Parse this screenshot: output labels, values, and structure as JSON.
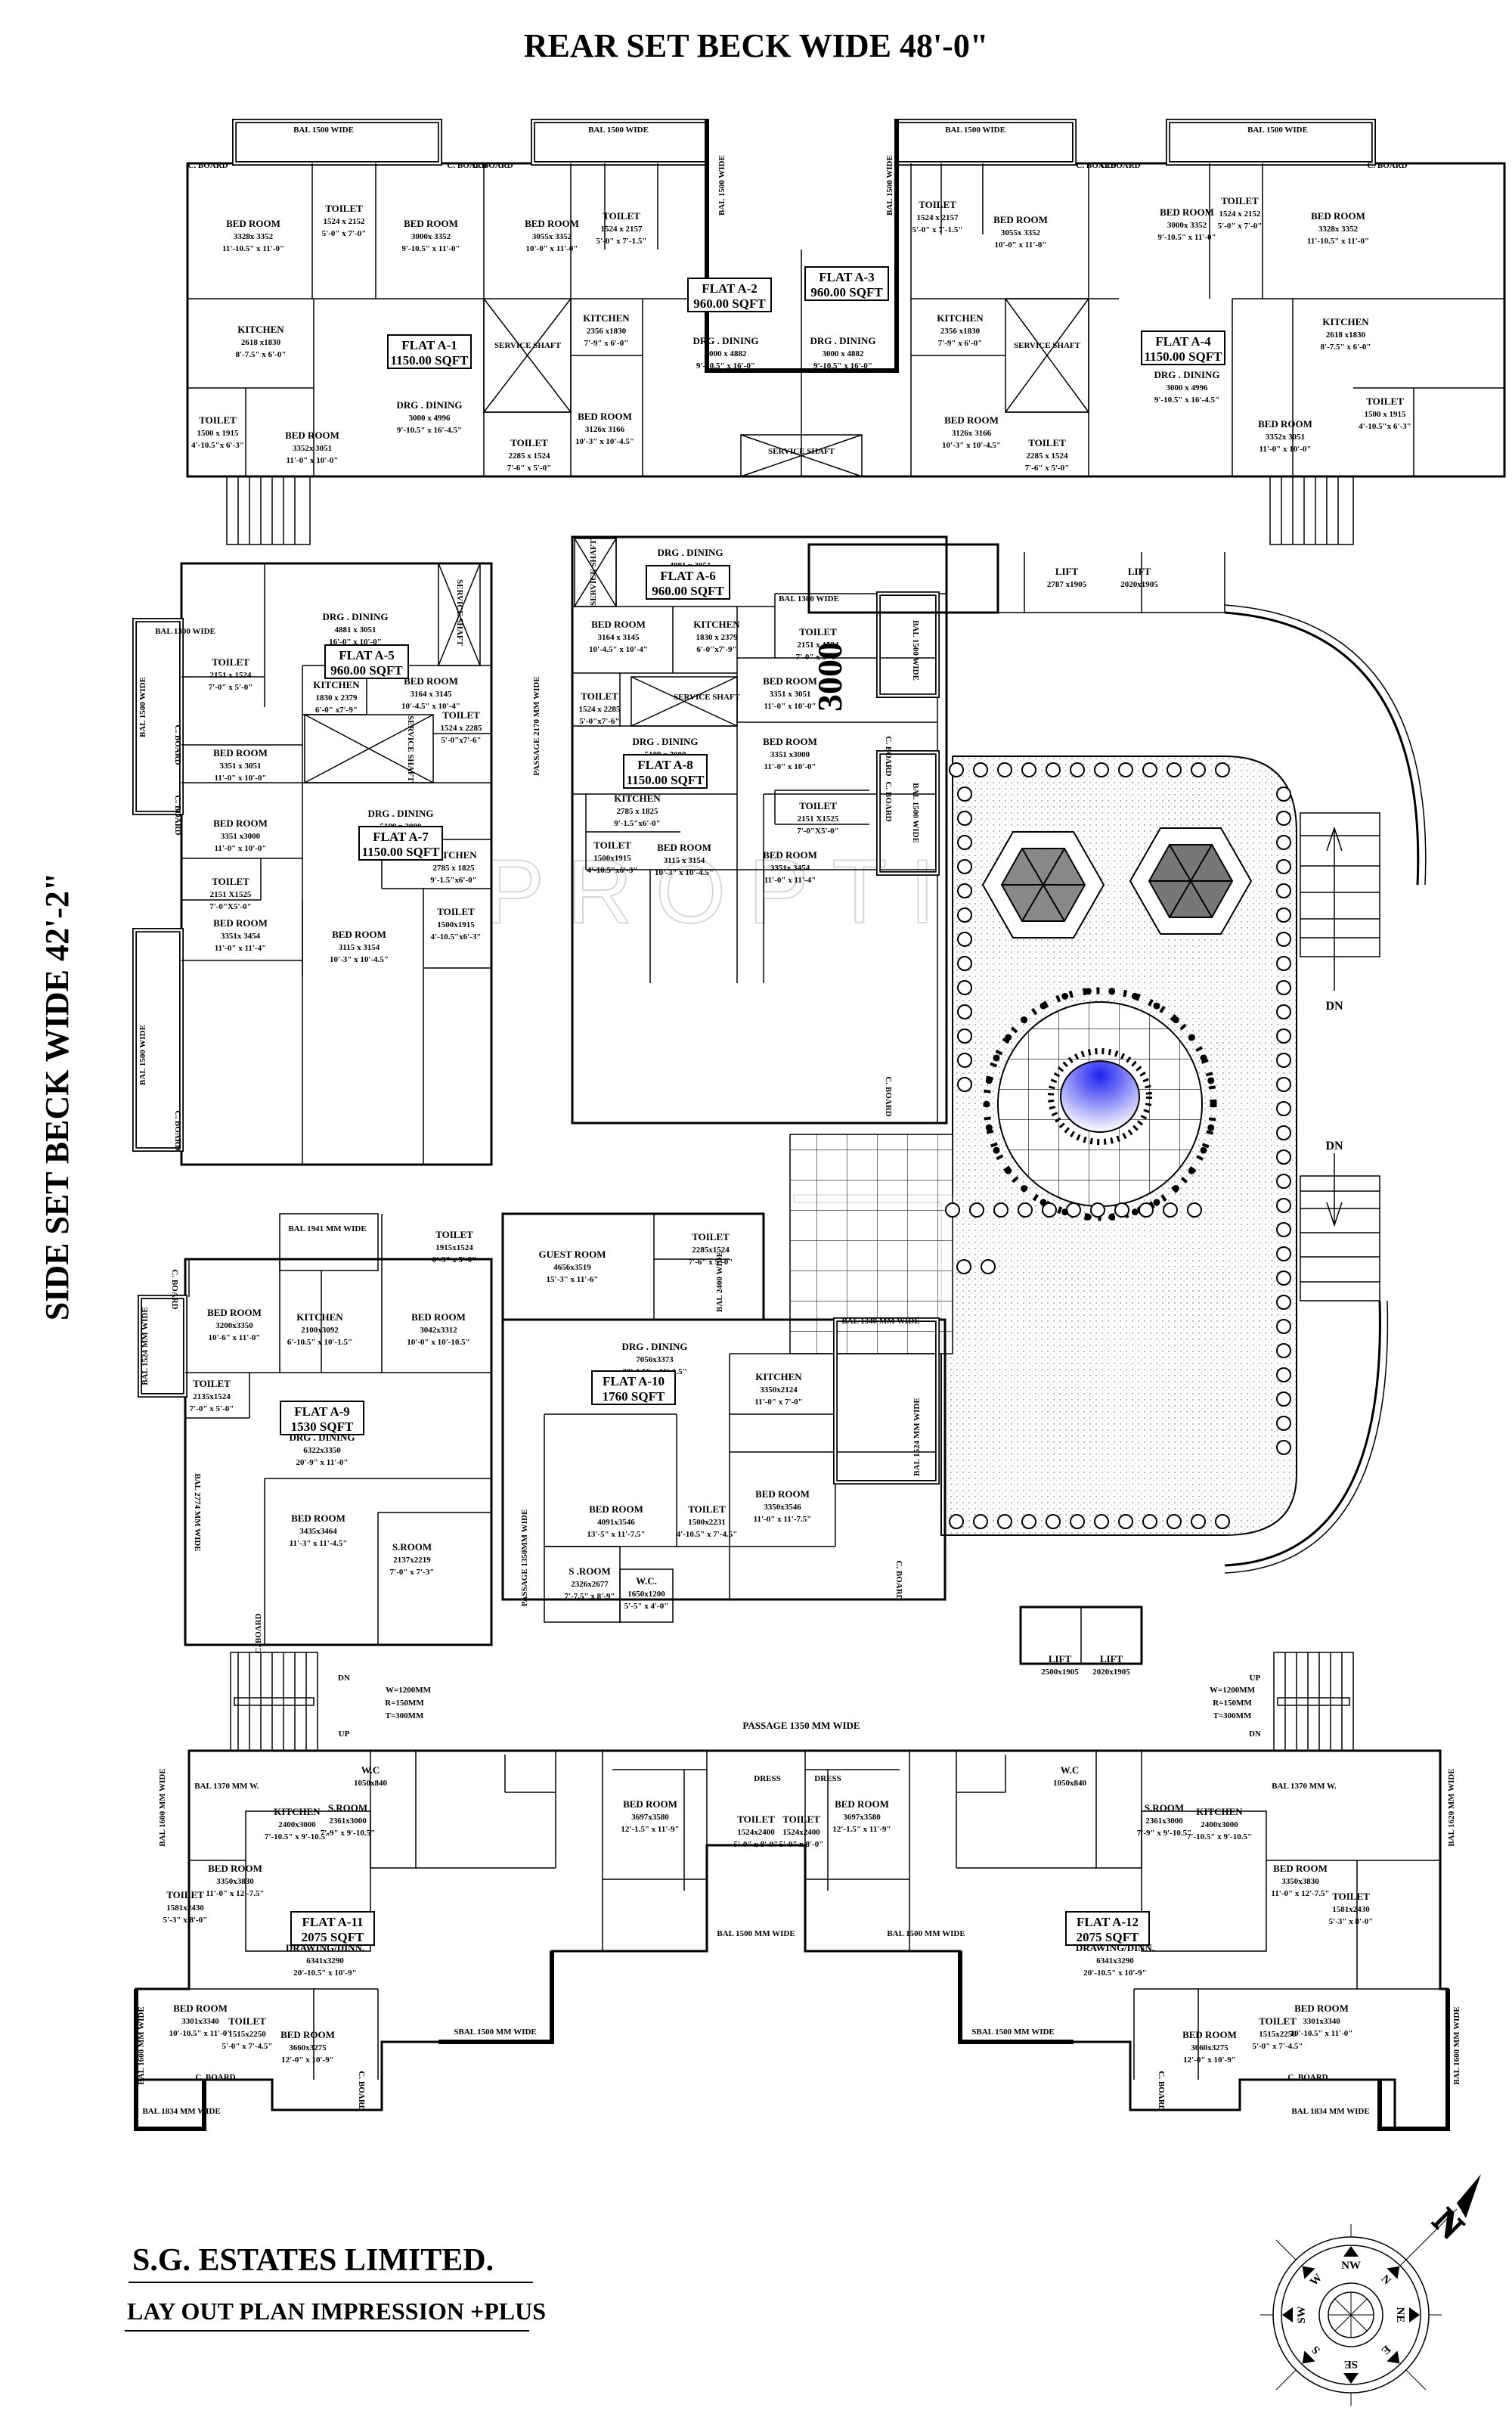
{
  "titles": {
    "top": "REAR SET BECK WIDE 48'-0\"",
    "side": "SIDE SET BECK WIDE 42'-2\"",
    "company": "S.G. ESTATES  LIMITED.",
    "subtitle": "LAY OUT PLAN IMPRESSION +PLUS",
    "watermark": "PROPTIGER",
    "stamp": "3000"
  },
  "colors": {
    "pool": "#2a2ef0",
    "pool_light": "#ffffff",
    "line": "#000000"
  },
  "flats": [
    {
      "id": "A-1",
      "label": "FLAT A-1",
      "area": "1150.00 SQFT"
    },
    {
      "id": "A-2",
      "label": "FLAT A-2",
      "area": "960.00 SQFT"
    },
    {
      "id": "A-3",
      "label": "FLAT A-3",
      "area": "960.00 SQFT"
    },
    {
      "id": "A-4",
      "label": "FLAT A-4",
      "area": "1150.00 SQFT"
    },
    {
      "id": "A-5",
      "label": "FLAT A-5",
      "area": "960.00 SQFT"
    },
    {
      "id": "A-6",
      "label": "FLAT A-6",
      "area": "960.00 SQFT"
    },
    {
      "id": "A-7",
      "label": "FLAT A-7",
      "area": "1150.00 SQFT"
    },
    {
      "id": "A-8",
      "label": "FLAT A-8",
      "area": "1150.00 SQFT"
    },
    {
      "id": "A-9",
      "label": "FLAT A-9",
      "area": "1530 SQFT"
    },
    {
      "id": "A-10",
      "label": "FLAT A-10",
      "area": "1760 SQFT"
    },
    {
      "id": "A-11",
      "label": "FLAT A-11",
      "area": "2075 SQFT"
    },
    {
      "id": "A-12",
      "label": "FLAT A-12",
      "area": "2075 SQFT"
    }
  ],
  "rooms": {
    "a1_bed1": [
      "BED ROOM",
      "3328x 3352",
      "11'-10.5\" x 11'-0\""
    ],
    "a1_toilet1": [
      "TOILET",
      "1524 x 2152",
      "5'-0\" x 7'-0\""
    ],
    "a1_bed2": [
      "BED ROOM",
      "3000x 3352",
      "9'-10.5\" x 11'-0\""
    ],
    "a1_kitchen": [
      "KITCHEN",
      "2618 x1830",
      "8'-7.5\" x 6'-0\""
    ],
    "a1_toilet2": [
      "TOILET",
      "1500 x 1915",
      "4'-10.5\"x 6'-3\""
    ],
    "a1_bed3": [
      "BED ROOM",
      "3352x 3051",
      "11'-0\" x 10'-0\""
    ],
    "a1_drg": [
      "DRG . DINING",
      "3000 x 4996",
      "9'-10.5\" x 16'-4.5\""
    ],
    "a2_bed1": [
      "BED ROOM",
      "3055x 3352",
      "10'-0\" x 11'-0\""
    ],
    "a2_toilet1": [
      "TOILET",
      "1524 x 2157",
      "5'-0\" x 7'-1.5\""
    ],
    "a2_kitchen": [
      "KITCHEN",
      "2356 x1830",
      "7'-9\" x 6'-0\""
    ],
    "a2_bed2": [
      "BED ROOM",
      "3126x 3166",
      "10'-3\" x 10'-4.5\""
    ],
    "a2_toilet2": [
      "TOILET",
      "2285 x 1524",
      "7'-6\" x 5'-0\""
    ],
    "a2_drg": [
      "DRG . DINING",
      "3000 x 4882",
      "9'-10.5\" x 16'-0\""
    ],
    "a3_drg": [
      "DRG . DINING",
      "3000 x 4882",
      "9'-10.5\" x 16'-0\""
    ],
    "a3_toilet1": [
      "TOILET",
      "1524 x 2157",
      "5'-0\" x 7'-1.5\""
    ],
    "a3_bed1": [
      "BED ROOM",
      "3055x 3352",
      "10'-0\" x 11'-0\""
    ],
    "a3_kitchen": [
      "KITCHEN",
      "2356 x1830",
      "7'-9\" x 6'-0\""
    ],
    "a3_bed2": [
      "BED ROOM",
      "3126x 3166",
      "10'-3\" x 10'-4.5\""
    ],
    "a3_toilet2": [
      "TOILET",
      "2285 x 1524",
      "7'-6\" x 5'-0\""
    ],
    "a4_bed1": [
      "BED ROOM",
      "3000x 3352",
      "9'-10.5\" x 11'-0\""
    ],
    "a4_toilet1": [
      "TOILET",
      "1524 x 2152",
      "5'-0\" x 7'-0\""
    ],
    "a4_bed2": [
      "BED ROOM",
      "3328x 3352",
      "11'-10.5\" x 11'-0\""
    ],
    "a4_kitchen": [
      "KITCHEN",
      "2618 x1830",
      "8'-7.5\" x 6'-0\""
    ],
    "a4_drg": [
      "DRG . DINING",
      "3000 x 4996",
      "9'-10.5\" x 16'-4.5\""
    ],
    "a4_toilet2": [
      "TOILET",
      "1500 x 1915",
      "4'-10.5\"x 6'-3\""
    ],
    "a4_bed3": [
      "BED ROOM",
      "3352x 3051",
      "11'-0\" x 10'-0\""
    ],
    "a5_drg": [
      "DRG . DINING",
      "4881 x 3051",
      "16'-0\" x 10'-0\""
    ],
    "a5_toilet1": [
      "TOILET",
      "2151 x 1524",
      "7'-0\" x 5'-0\""
    ],
    "a5_kitchen": [
      "KITCHEN",
      "1830 x 2379",
      "6'-0\" x7'-9\""
    ],
    "a5_bed1": [
      "BED ROOM",
      "3164 x 3145",
      "10'-4.5\" x 10'-4\""
    ],
    "a5_bed2": [
      "BED ROOM",
      "3351 x 3051",
      "11'-0\" x 10'-0\""
    ],
    "a5_toilet2": [
      "TOILET",
      "1524 x 2285",
      "5'-0\"x7'-6\""
    ],
    "a7_bed1": [
      "BED ROOM",
      "3351 x3000",
      "11'-0\" x 10'-0\""
    ],
    "a7_drg": [
      "DRG . DINING",
      "5109 x 3000",
      "16'-9\"x10'-0\""
    ],
    "a7_toilet1": [
      "TOILET",
      "2151 X1525",
      "7'-0\"X5'-0\""
    ],
    "a7_kitchen": [
      "KITCHEN",
      "2785 x 1825",
      "9'-1.5\"x6'-0\""
    ],
    "a7_bed2": [
      "BED ROOM",
      "3351x 3454",
      "11'-0\" x 11'-4\""
    ],
    "a7_bed3": [
      "BED ROOM",
      "3115 x 3154",
      "10'-3\" x 10'-4.5\""
    ],
    "a7_toilet2": [
      "TOILET",
      "1500x1915",
      "4'-10.5\"x6'-3\""
    ],
    "a6_drg": [
      "DRG . DINING",
      "4881 x 3051",
      "16'-0\" x 10'-0\""
    ],
    "a6_bed1": [
      "BED ROOM",
      "3164 x 3145",
      "10'-4.5\" x 10'-4\""
    ],
    "a6_kitchen": [
      "KITCHEN",
      "1830 x 2379",
      "6'-0\"x7'-9\""
    ],
    "a6_toilet1": [
      "TOILET",
      "1524 x 2285",
      "5'-0\"x7'-6\""
    ],
    "a6_toilet2": [
      "TOILET",
      "2151 x 1524",
      "7'-0\" x 5'-0\""
    ],
    "a6_bed2": [
      "BED ROOM",
      "3351 x 3051",
      "11'-0\" x 10'-0\""
    ],
    "a8_drg": [
      "DRG . DINING",
      "5109 x 3000",
      "16'-9\"x10'-0\""
    ],
    "a8_bed1": [
      "BED ROOM",
      "3351 x3000",
      "11'-0\" x 10'-0\""
    ],
    "a8_kitchen": [
      "KITCHEN",
      "2785 x 1825",
      "9'-1.5\"x6'-0\""
    ],
    "a8_toilet1": [
      "TOILET",
      "2151 X1525",
      "7'-0\"X5'-0\""
    ],
    "a8_toilet2": [
      "TOILET",
      "1500x1915",
      "4'-10.5\"x6'-3\""
    ],
    "a8_bed2": [
      "BED ROOM",
      "3115 x 3154",
      "10'-3\" x 10'-4.5\""
    ],
    "a8_bed3": [
      "BED ROOM",
      "3351x 3454",
      "11'-0\" x 11'-4\""
    ],
    "a9_toilet1": [
      "TOILET",
      "1915x1524",
      "6'-3\" x 5'-0\""
    ],
    "a9_bed1": [
      "BED ROOM",
      "3200x3350",
      "10'-6\" x 11'-0\""
    ],
    "a9_kitchen": [
      "KITCHEN",
      "2100x3092",
      "6'-10.5\" x 10'-1.5\""
    ],
    "a9_bed2": [
      "BED ROOM",
      "3042x3312",
      "10'-0\" x 10'-10.5\""
    ],
    "a9_toilet2": [
      "TOILET",
      "2135x1524",
      "7'-0\" x 5'-0\""
    ],
    "a9_drg": [
      "DRG . DINING",
      "6322x3350",
      "20'-9\" x 11'-0\""
    ],
    "a9_bed3": [
      "BED ROOM",
      "3435x3464",
      "11'-3\" x 11'-4.5\""
    ],
    "a9_sroom": [
      "S.ROOM",
      "2137x2219",
      "7'-0\" x 7'-3\""
    ],
    "a10_guest": [
      "GUEST ROOM",
      "4656x3519",
      "15'-3\" x 11'-6\""
    ],
    "a10_toilet1": [
      "TOILET",
      "2285x1524",
      "7'-6\" x 5'-0\""
    ],
    "a10_drg": [
      "DRG . DINING",
      "7056x3373",
      "23'-1.5\" x 11'-1.5\""
    ],
    "a10_kitchen": [
      "KITCHEN",
      "3350x2124",
      "11'-0\" x 7'-0\""
    ],
    "a10_bed1": [
      "BED ROOM",
      "4091x3546",
      "13'-5\" x 11'-7.5\""
    ],
    "a10_toilet2": [
      "TOILET",
      "1500x2231",
      "4'-10.5\" x 7'-4.5\""
    ],
    "a10_bed2": [
      "BED ROOM",
      "3350x3546",
      "11'-0\" x 11'-7.5\""
    ],
    "a10_sroom": [
      "S .ROOM",
      "2326x2677",
      "7'-7.5\" x 8'-9\""
    ],
    "a10_wc": [
      "W.C.",
      "1650x1200",
      "5'-5\" x 4'-0\""
    ],
    "a11_kitchen": [
      "KITCHEN",
      "2400x3000",
      "7'-10.5\" x 9'-10.5\""
    ],
    "a11_sroom": [
      "S.ROOM",
      "2361x3000",
      "7'-9\" x 9'-10.5\""
    ],
    "a11_wc": [
      "W.C",
      "1050x840"
    ],
    "a11_bed1": [
      "BED ROOM",
      "3350x3830",
      "11'-0\" x 12'-7.5\""
    ],
    "a11_toilet1": [
      "TOILET",
      "1581x2430",
      "5'-3\" x 8'-0\""
    ],
    "a11_drg": [
      "DRAWING/DINN.",
      "6341x3290",
      "20'-10.5\" x 10'-9\""
    ],
    "a11_bed2": [
      "BED ROOM",
      "3697x3580",
      "12'-1.5\" x 11'-9\""
    ],
    "a11_toilet2": [
      "TOILET",
      "1524x2400",
      "5'-0\" x 8'-0\""
    ],
    "a11_bed3": [
      "BED ROOM",
      "3301x3340",
      "10'-10.5\" x 11'-0\""
    ],
    "a11_toilet3": [
      "TOILET",
      "1515x2250",
      "5'-0\" x 7'-4.5\""
    ],
    "a11_bed4": [
      "BED ROOM",
      "3660x3275",
      "12'-0\" x 10'-9\""
    ],
    "a12_kitchen": [
      "KITCHEN",
      "2400x3000",
      "7'-10.5\" x 9'-10.5\""
    ],
    "a12_sroom": [
      "S.ROOM",
      "2361x3000",
      "7'-9\" x 9'-10.5\""
    ],
    "a12_wc": [
      "W.C",
      "1050x840"
    ],
    "a12_bed1": [
      "BED ROOM",
      "3350x3830",
      "11'-0\" x 12'-7.5\""
    ],
    "a12_toilet1": [
      "TOILET",
      "1581x2430",
      "5'-3\" x 8'-0\""
    ],
    "a12_drg": [
      "DRAWING/DINN.",
      "6341x3290",
      "20'-10.5\" x 10'-9\""
    ],
    "a12_bed2": [
      "BED ROOM",
      "3697x3580",
      "12'-1.5\" x 11'-9\""
    ],
    "a12_toilet2": [
      "TOILET",
      "1524x2400",
      "5'-0\" x 8'-0\""
    ],
    "a12_bed3": [
      "BED ROOM",
      "3301x3340",
      "10'-10.5\" x 11'-0\""
    ],
    "a12_toilet3": [
      "TOILET",
      "1515x2250",
      "5'-0\" x 7'-4.5\""
    ],
    "a12_bed4": [
      "BED ROOM",
      "3660x3275",
      "12'-0\" x 10'-9\""
    ],
    "lift1": [
      "LIFT",
      "2787 x1905"
    ],
    "lift2": [
      "LIFT",
      "2020x1905"
    ],
    "lift3": [
      "LIFT",
      "2500x1905"
    ],
    "lift4": [
      "LIFT",
      "2020x1905"
    ]
  },
  "labels": {
    "bal_1500": "BAL 1500 WIDE",
    "bal_1300": "BAL 1300 WIDE",
    "bal_1941": "BAL 1941 MM  WIDE",
    "bal_1340": "BAL 1340 MM  WIDE",
    "bal_2400": "BAL 2400 WIDE",
    "bal_1524": "BAL 1524 MM  WIDE",
    "bal_2774": "BAL 2774 MM WIDE",
    "bal_1370": "BAL 1370 MM W.",
    "bal_1500mm": "BAL 1500 MM  WIDE",
    "sbal_1500": "SBAL 1500 MM  WIDE",
    "bal_1834": "BAL 1834 MM  WIDE",
    "bal_1600": "BAL 1600 MM  WIDE",
    "bal_1620": "BAL 1620 MM  WIDE",
    "c_board": "C. BOARD",
    "service_shaft": "SERVICE SHAFT",
    "dress": "DRESS",
    "passage_2170": "PASSAGE  2170 MM  WIDE",
    "passage_1350v": "PASSAGE  1350MM  WIDE",
    "passage_1350h": "PASSAGE   1350 MM    WIDE",
    "stair_w": "W=1200MM",
    "stair_r": "R=150MM",
    "stair_t": "T=300MM",
    "dn": "DN",
    "up": "UP"
  },
  "compass": {
    "north": "N",
    "points": [
      "NW",
      "N",
      "NE",
      "E",
      "SE",
      "S",
      "SW",
      "W"
    ]
  }
}
